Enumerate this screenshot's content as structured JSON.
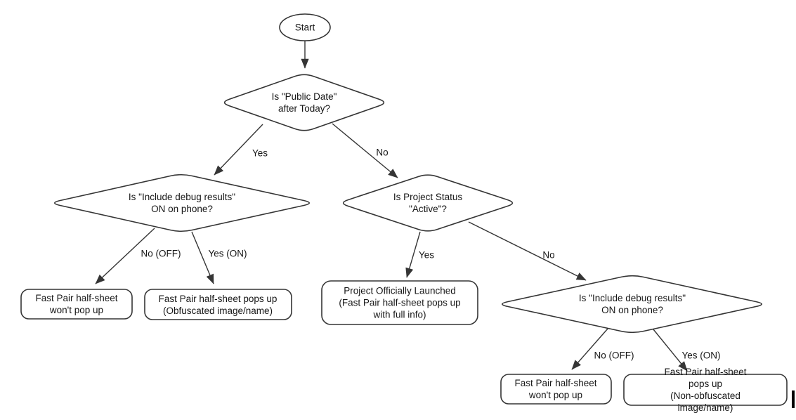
{
  "colors": {
    "stroke": "#353535",
    "text": "#161616",
    "background": "#ffffff"
  },
  "diagram": {
    "type": "flowchart",
    "nodes": {
      "start": {
        "shape": "oval",
        "label": "Start"
      },
      "publicDate": {
        "shape": "diamond",
        "label": "Is \"Public Date\"\nafter Today?"
      },
      "debugLeft": {
        "shape": "diamond",
        "label": "Is \"Include debug results\"\nON on phone?"
      },
      "projectStatus": {
        "shape": "diamond",
        "label": "Is Project Status\n\"Active\"?"
      },
      "debugRight": {
        "shape": "diamond",
        "label": "Is \"Include debug results\"\nON on phone?"
      },
      "noPopupLeft": {
        "shape": "rounded-rect",
        "label": "Fast Pair half-sheet\nwon't pop up"
      },
      "popupObfuscated": {
        "shape": "rounded-rect",
        "label": "Fast Pair half-sheet pops up\n(Obfuscated image/name)"
      },
      "launched": {
        "shape": "rounded-rect",
        "label": "Project Officially Launched\n(Fast Pair half-sheet pops up\nwith full info)"
      },
      "noPopupRight": {
        "shape": "rounded-rect",
        "label": "Fast Pair half-sheet\nwon't pop up"
      },
      "popupNonObfuscated": {
        "shape": "rounded-rect",
        "label": "Fast Pair half-sheet pops up\n(Non-obfuscated image/name)"
      }
    },
    "edges": [
      {
        "from": "start",
        "to": "publicDate",
        "label": ""
      },
      {
        "from": "publicDate",
        "to": "debugLeft",
        "label": "Yes"
      },
      {
        "from": "publicDate",
        "to": "projectStatus",
        "label": "No"
      },
      {
        "from": "debugLeft",
        "to": "noPopupLeft",
        "label": "No (OFF)"
      },
      {
        "from": "debugLeft",
        "to": "popupObfuscated",
        "label": "Yes (ON)"
      },
      {
        "from": "projectStatus",
        "to": "launched",
        "label": "Yes"
      },
      {
        "from": "projectStatus",
        "to": "debugRight",
        "label": "No"
      },
      {
        "from": "debugRight",
        "to": "noPopupRight",
        "label": "No (OFF)"
      },
      {
        "from": "debugRight",
        "to": "popupNonObfuscated",
        "label": "Yes (ON)"
      }
    ]
  }
}
